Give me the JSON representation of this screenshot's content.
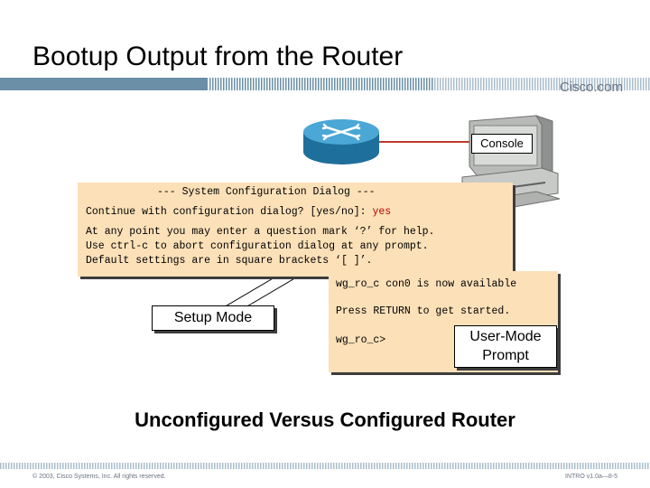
{
  "header": {
    "title": "Bootup Output from the Router",
    "brand": "Cisco.com",
    "bar_color": "#6a8fa6"
  },
  "diagram": {
    "console_label": "Console",
    "cable_color": "#c0392b"
  },
  "setup_dialog": {
    "lines": [
      "--- System Configuration Dialog ---",
      "Continue with configuration dialog? [yes/no]: ",
      "At any point you may enter a question mark ‘?’ for help.",
      "Use ctrl-c to abort configuration dialog at any prompt.",
      "Default settings are in square brackets ‘[ ]’."
    ],
    "answer": "yes"
  },
  "console_output": {
    "lines": [
      "wg_ro_c con0 is now available",
      "Press RETURN to get started.",
      "wg_ro_c>"
    ]
  },
  "callouts": {
    "setup_mode": "Setup Mode",
    "user_mode_line1": "User-Mode",
    "user_mode_line2": "Prompt"
  },
  "subtitle": "Unconfigured Versus Configured Router",
  "footer": {
    "copyright": "© 2003, Cisco Systems, Inc. All rights reserved.",
    "page_ref": "INTRO v1.0a—8-5"
  }
}
